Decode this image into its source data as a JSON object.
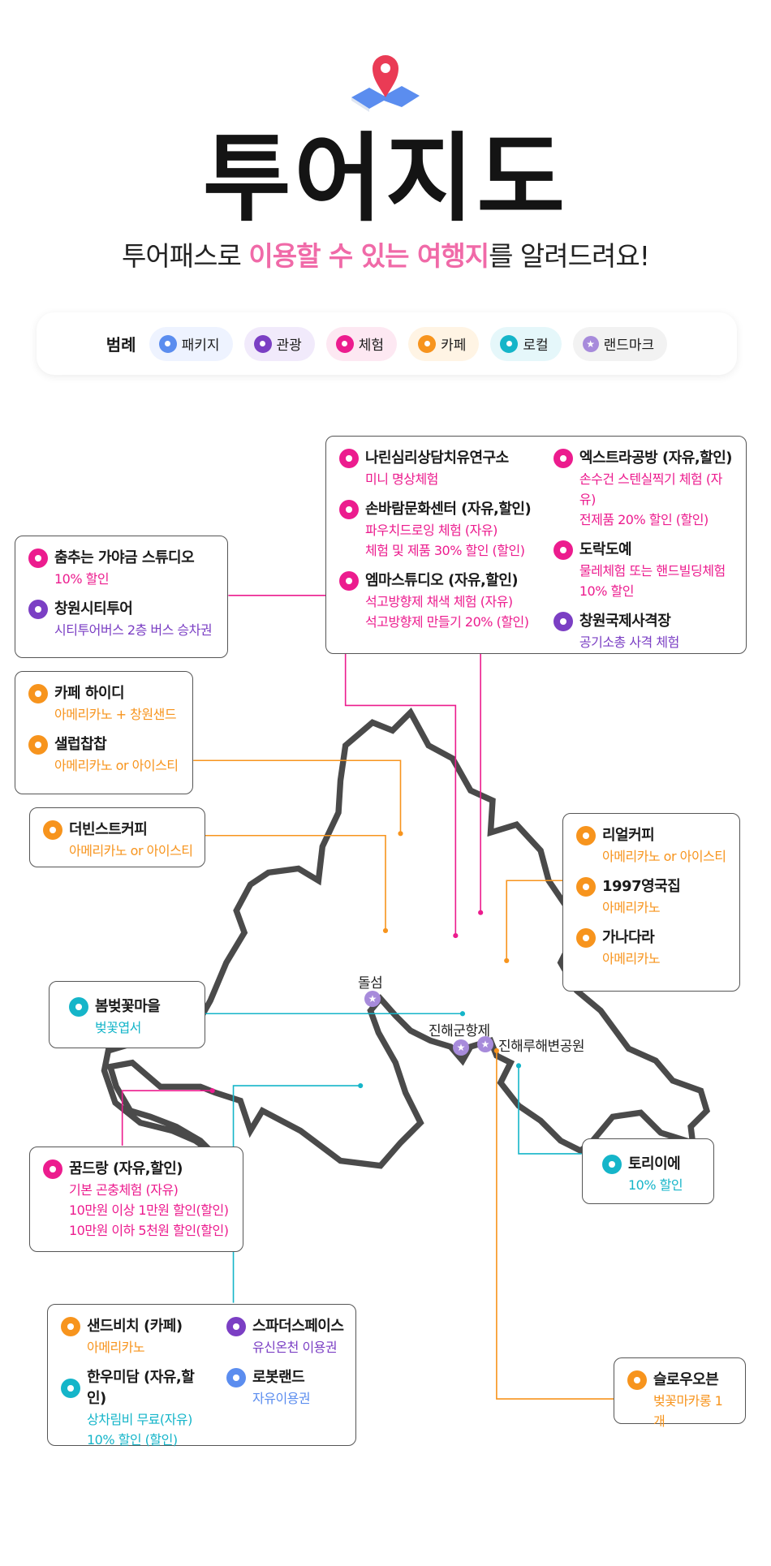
{
  "header": {
    "icon": "map-pin-icon",
    "title": "투어지도",
    "subtitle_pre": "투어패스로 ",
    "subtitle_highlight": "이용할 수 있는 여행지",
    "subtitle_post": "를 알려드려요!"
  },
  "colors": {
    "package": "#5b8def",
    "tour": "#7b3fc4",
    "experience": "#ec1c8e",
    "cafe": "#f7941d",
    "local": "#15b5c9",
    "landmark": "#a78bdb"
  },
  "legend": {
    "title": "범례",
    "items": [
      {
        "type": "package",
        "label": "패키지",
        "bg": "#eef3ff"
      },
      {
        "type": "tour",
        "label": "관광",
        "bg": "#f1eafb"
      },
      {
        "type": "experience",
        "label": "체험",
        "bg": "#fde8f2"
      },
      {
        "type": "cafe",
        "label": "카페",
        "bg": "#fff4e4"
      },
      {
        "type": "local",
        "label": "로컬",
        "bg": "#e5f7fa"
      },
      {
        "type": "landmark",
        "label": "랜드마크",
        "bg": "#f2f2f2"
      }
    ]
  },
  "landmarks": [
    {
      "id": "dolseom",
      "label": "돌섬"
    },
    {
      "id": "gunhang",
      "label": "진해군항제"
    },
    {
      "id": "beach",
      "label": "진해루해변공원"
    }
  ],
  "boxes": [
    {
      "id": "top",
      "columns": [
        [
          {
            "type": "experience",
            "name": "나린심리상담치유연구소",
            "lines": [
              "미니 명상체험"
            ]
          },
          {
            "type": "experience",
            "name": "손바람문화센터 (자유,할인)",
            "lines": [
              "파우치드로잉 체험 (자유)",
              "체험 및 제품 30% 할인 (할인)"
            ]
          },
          {
            "type": "experience",
            "name": "엠마스튜디오 (자유,할인)",
            "lines": [
              "석고방향제 채색 체험 (자유)",
              "석고방향제 만들기 20% (할인)"
            ]
          }
        ],
        [
          {
            "type": "experience",
            "name": "엑스트라공방 (자유,할인)",
            "lines": [
              "손수건 스텐실찍기 체험 (자유)",
              "전제품 20% 할인 (할인)"
            ]
          },
          {
            "type": "experience",
            "name": "도락도예",
            "lines": [
              "물레체험 또는 핸드빌딩체험",
              "10% 할인"
            ]
          },
          {
            "type": "tour",
            "name": "창원국제사격장",
            "lines": [
              "공기소총 사격 체험"
            ]
          }
        ]
      ]
    },
    {
      "id": "left1",
      "columns": [
        [
          {
            "type": "experience",
            "name": "춤추는 가야금 스튜디오",
            "lines": [
              "10% 할인"
            ]
          },
          {
            "type": "tour",
            "name": "창원시티투어",
            "lines": [
              "시티투어버스 2층 버스 승차권"
            ]
          }
        ]
      ]
    },
    {
      "id": "cafe1",
      "columns": [
        [
          {
            "type": "cafe",
            "name": "카페 하이디",
            "lines": [
              "아메리카노 + 창원샌드"
            ]
          },
          {
            "type": "cafe",
            "name": "샐럽찹찹",
            "lines": [
              "아메리카노 or 아이스티"
            ]
          }
        ]
      ]
    },
    {
      "id": "cafe2",
      "columns": [
        [
          {
            "type": "cafe",
            "name": "더빈스트커피",
            "lines": [
              "아메리카노 or 아이스티"
            ]
          }
        ]
      ]
    },
    {
      "id": "right1",
      "columns": [
        [
          {
            "type": "cafe",
            "name": "리얼커피",
            "lines": [
              "아메리카노 or 아이스티"
            ]
          },
          {
            "type": "cafe",
            "name": "1997영국집",
            "lines": [
              "아메리카노"
            ]
          },
          {
            "type": "cafe",
            "name": "가나다라",
            "lines": [
              "아메리카노"
            ]
          }
        ]
      ]
    },
    {
      "id": "spring",
      "columns": [
        [
          {
            "type": "local",
            "name": "봄벚꽃마을",
            "lines": [
              "벚꽃엽서"
            ]
          }
        ]
      ]
    },
    {
      "id": "dream",
      "columns": [
        [
          {
            "type": "experience",
            "name": "꿈드랑 (자유,할인)",
            "lines": [
              "기본 곤충체험 (자유)",
              "10만원 이상 1만원 할인(할인)",
              "10만원 이하 5천원 할인(할인)"
            ]
          }
        ]
      ]
    },
    {
      "id": "torie",
      "columns": [
        [
          {
            "type": "local",
            "name": "토리이에",
            "lines": [
              "10% 할인"
            ]
          }
        ]
      ]
    },
    {
      "id": "bottom",
      "columns": [
        [
          {
            "type": "cafe",
            "name": "샌드비치 (카페)",
            "lines": [
              "아메리카노"
            ]
          },
          {
            "type": "local",
            "name": "한우미담 (자유,할인)",
            "lines": [
              "상차림비 무료(자유)",
              "10% 할인 (할인)"
            ]
          }
        ],
        [
          {
            "type": "tour",
            "name": "스파더스페이스",
            "lines": [
              "유신온천 이용권"
            ]
          },
          {
            "type": "package",
            "name": "로봇랜드",
            "lines": [
              "자유이용권"
            ]
          }
        ]
      ]
    },
    {
      "id": "slow",
      "columns": [
        [
          {
            "type": "cafe",
            "name": "슬로우오븐",
            "lines": [
              "벚꽃마카롱 1개"
            ]
          }
        ]
      ]
    }
  ]
}
